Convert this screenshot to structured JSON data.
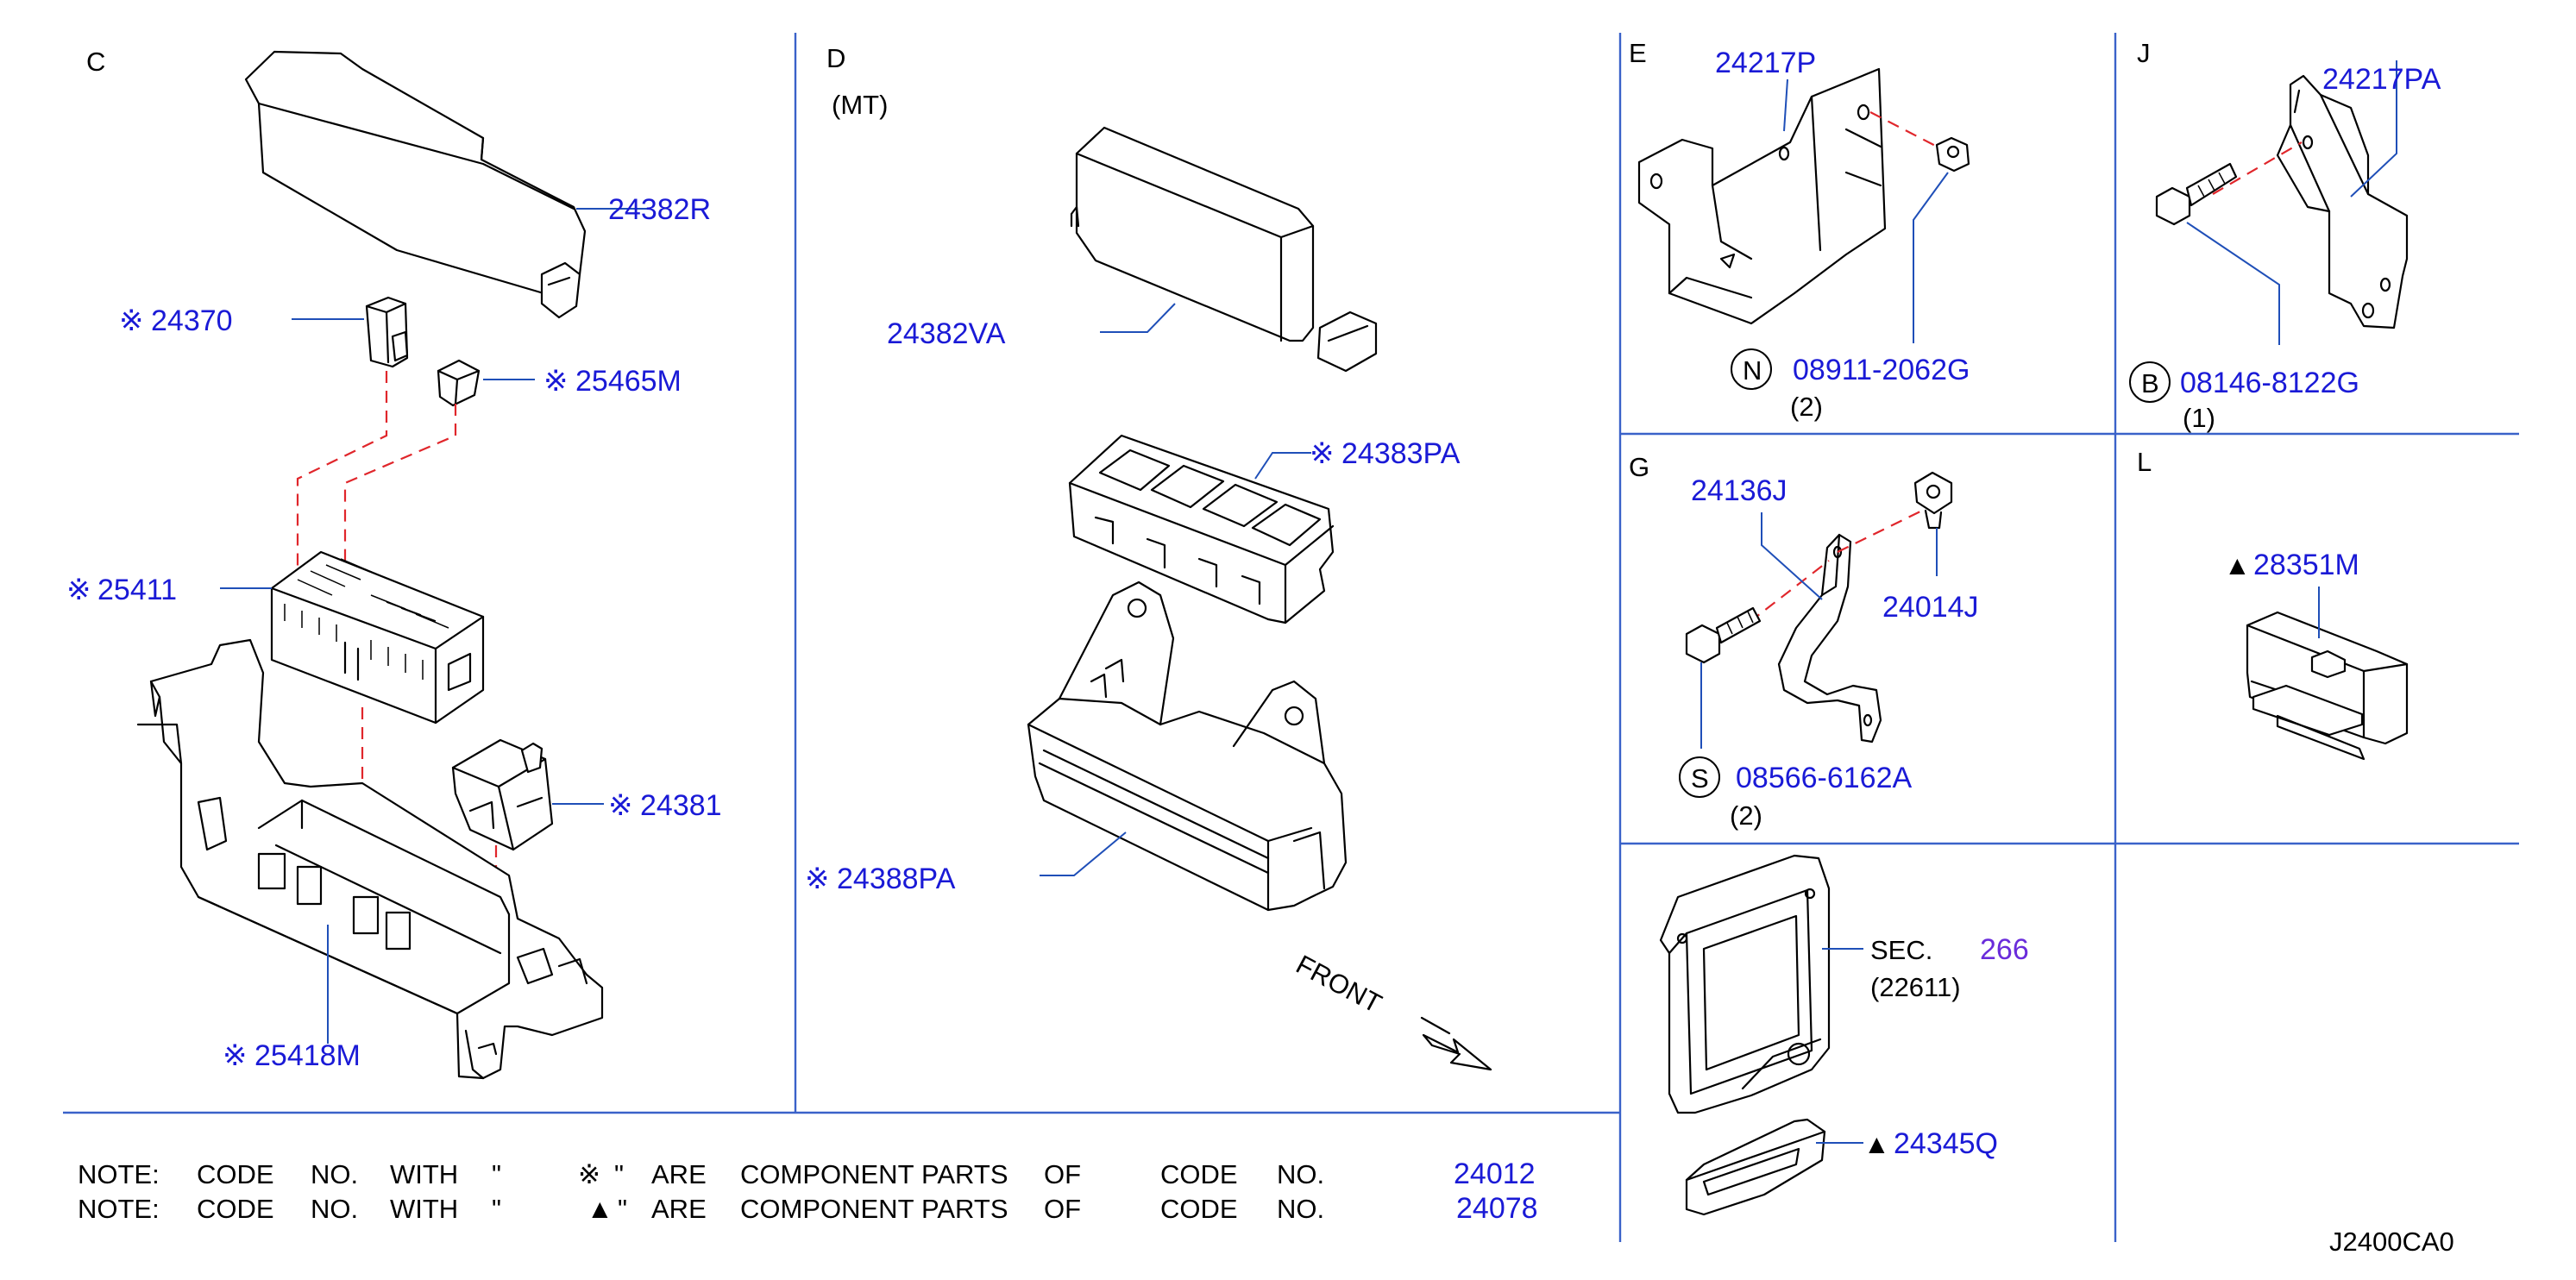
{
  "sections": {
    "c": "C",
    "d": "D",
    "d_sub": "(MT)",
    "e": "E",
    "j": "J",
    "g": "G",
    "l": "L"
  },
  "symbols": {
    "kome": "※",
    "triangle": "▲"
  },
  "parts": {
    "p24382R": "24382R",
    "p24370": "24370",
    "p25465M": "25465M",
    "p25411": "25411",
    "p24381": "24381",
    "p25418M": "25418M",
    "p24382VA": "24382VA",
    "p24383PA": "24383PA",
    "p24388PA": "24388PA",
    "p24217P": "24217P",
    "p08911": "08911-2062G",
    "p08911_prefix": "N",
    "p08911_qty": "(2)",
    "p24217PA": "24217PA",
    "p08146": "08146-8122G",
    "p08146_prefix": "B",
    "p08146_qty": "(1)",
    "p24136J": "24136J",
    "p24014J": "24014J",
    "p08566": "08566-6162A",
    "p08566_prefix": "S",
    "p08566_qty": "(2)",
    "p28351M": "28351M",
    "sec_label": "SEC.",
    "sec_num": "266",
    "sec_sub": "(22611)",
    "p24345Q": "24345Q"
  },
  "front_label": "FRONT",
  "notes": [
    {
      "prefix": "NOTE:",
      "w1": "CODE",
      "w2": "NO.",
      "w3": "WITH",
      "q": "\"",
      "symbol": "※",
      "q2": "\"",
      "w4": "ARE",
      "w5": "COMPONENT",
      "w6": "PARTS",
      "w7": "OF",
      "w8": "CODE",
      "w9": "NO.",
      "code": "24012"
    },
    {
      "prefix": "NOTE:",
      "w1": "CODE",
      "w2": "NO.",
      "w3": "WITH",
      "q": "\"",
      "symbol": "▲",
      "q2": "\"",
      "w4": "ARE",
      "w5": "COMPONENT",
      "w6": "PARTS",
      "w7": "OF",
      "w8": "CODE",
      "w9": "NO.",
      "code": "24078"
    }
  ],
  "diagram_id": "J2400CA0",
  "colors": {
    "label": "#1a1ad6",
    "grid": "#3a62c9",
    "dashed": "#e0262b",
    "sec_ref": "#6a2cdb"
  }
}
